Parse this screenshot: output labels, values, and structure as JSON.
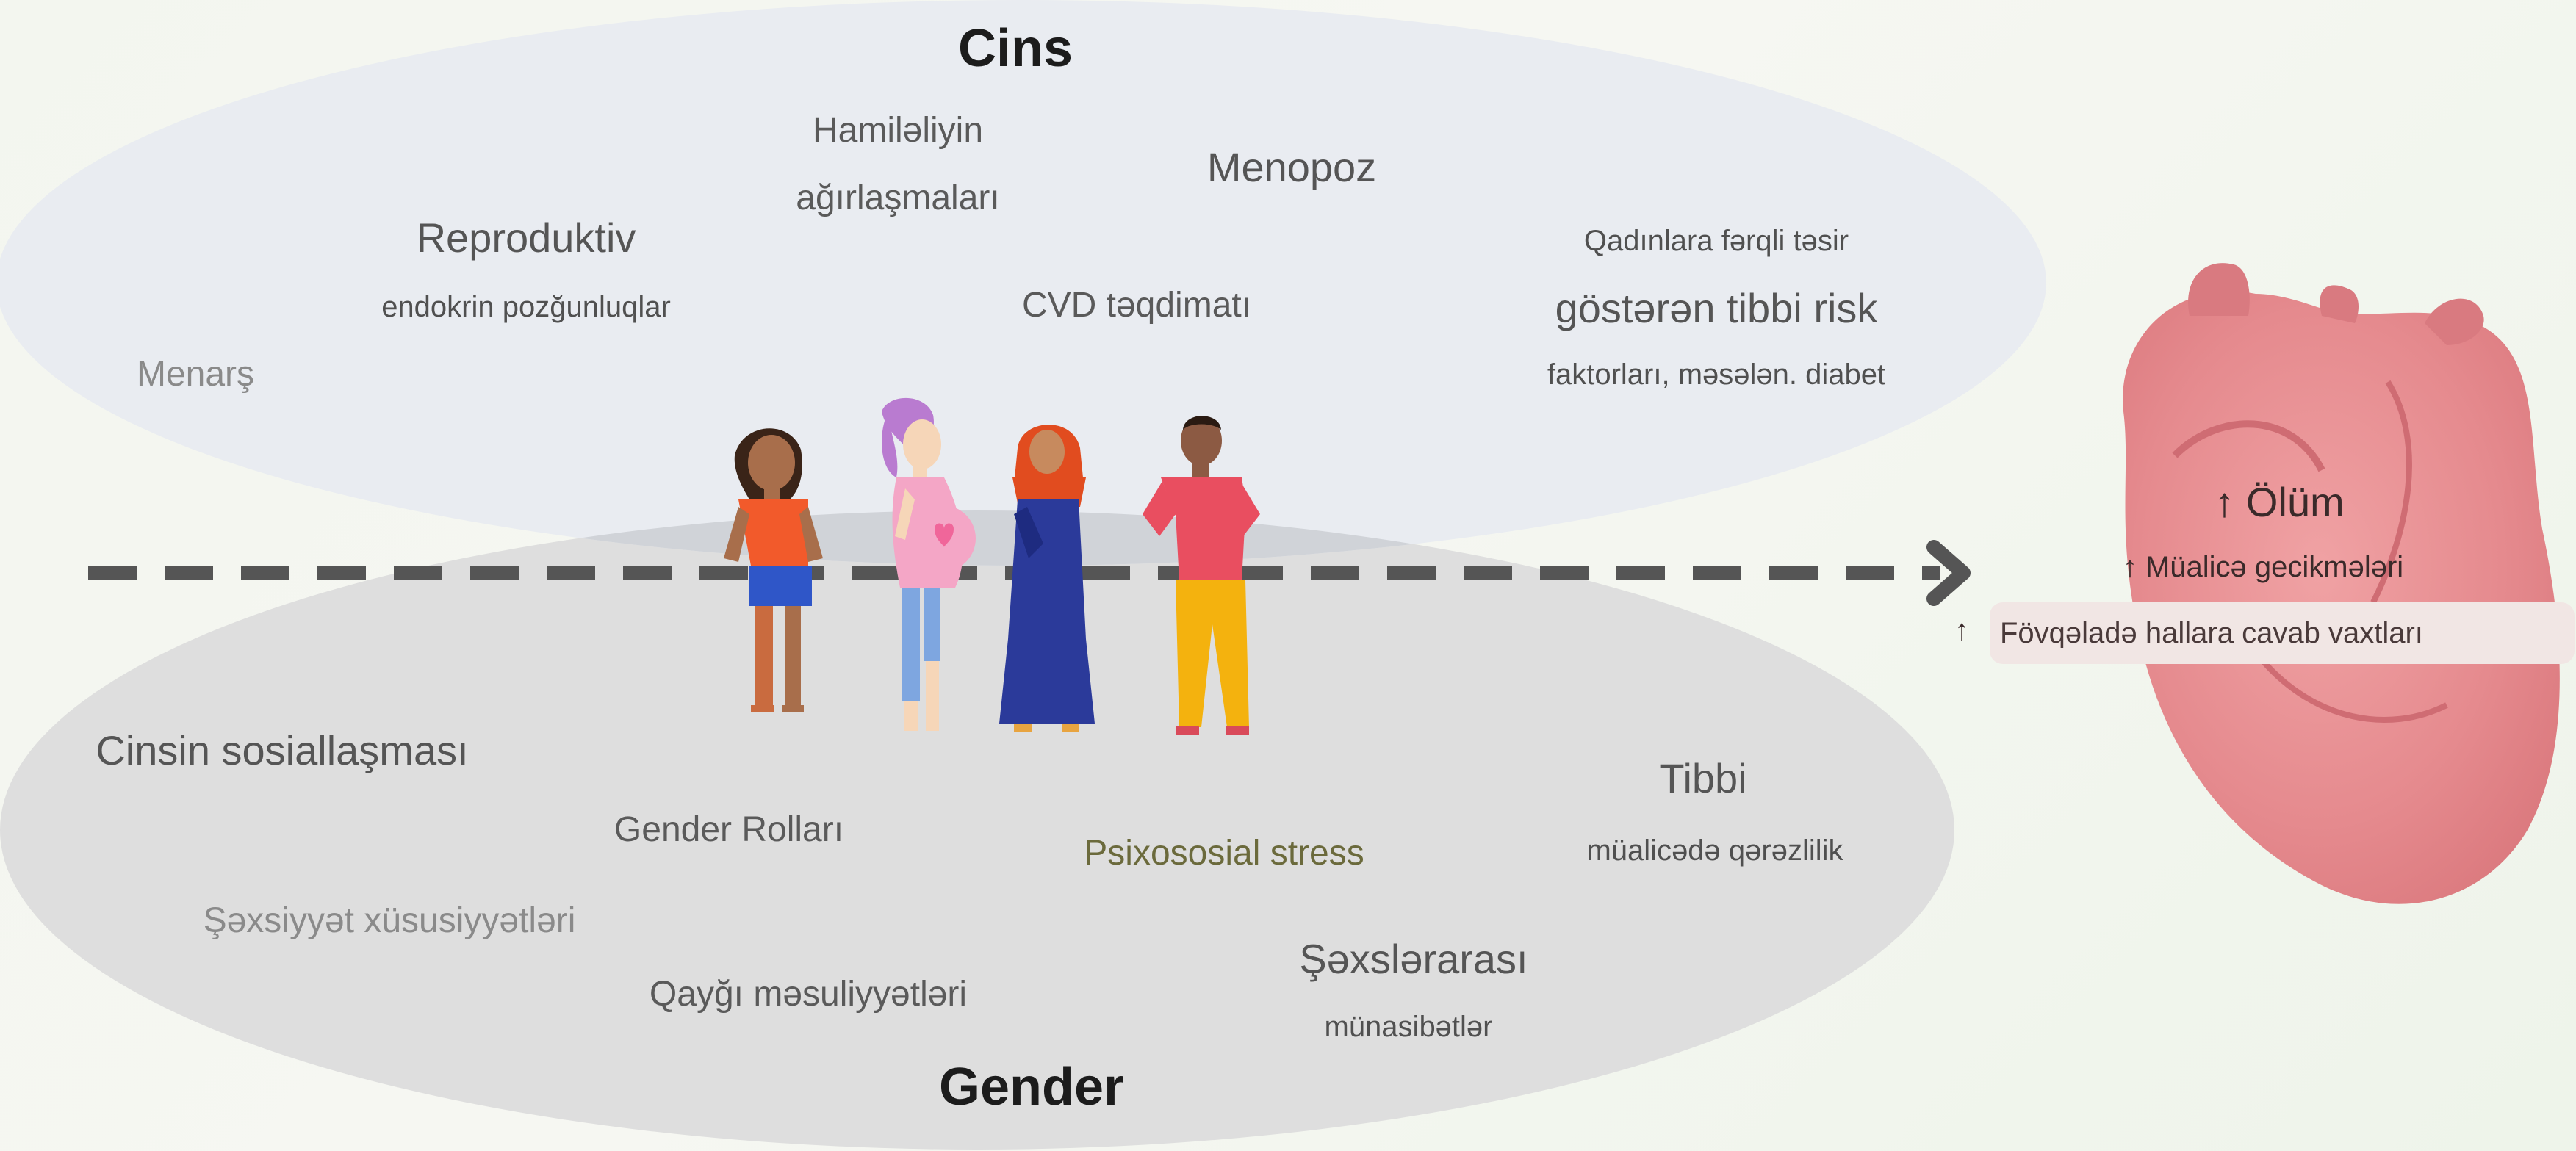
{
  "sex_section": {
    "title": "Cins",
    "labels": {
      "menarche": "Menarş",
      "reproductive_1": "Reproduktiv",
      "reproductive_2": "endokrin pozğunluqlar",
      "pregnancy_1": "Hamiləliyin",
      "pregnancy_2": "ağırlaşmaları",
      "menopause": "Menopoz",
      "cvd": "CVD təqdimatı",
      "risk_1": "Qadınlara fərqli təsir",
      "risk_2": "göstərən tibbi risk",
      "risk_3": "faktorları, məsələn. diabet"
    }
  },
  "gender_section": {
    "title": "Gender",
    "labels": {
      "socialization": "Cinsin sosiallaşması",
      "roles": "Gender Rolları",
      "personality": "Şəxsiyyət xüsusiyyətləri",
      "caregiving": "Qayğı məsuliyyətləri",
      "stress": "Psixososial stress",
      "interpersonal_1": "Şəxslərarası",
      "interpersonal_2": "münasibətlər",
      "medical_1": "Tibbi",
      "medical_2": "müalicədə qərəzlilik"
    }
  },
  "outcomes": {
    "death": "↑ Ölüm",
    "treatment_delays": "↑ Müalicə gecikmələri",
    "emergency_arrow": "↑",
    "emergency_response": "Fövqəladə hallara cavab vaxtları"
  },
  "colors": {
    "sex_ellipse": "#e9ecf1",
    "gender_ellipse": "#dedede",
    "overlap": "#d0d3d8",
    "arrow": "#555555",
    "heart": "#e8888c"
  }
}
